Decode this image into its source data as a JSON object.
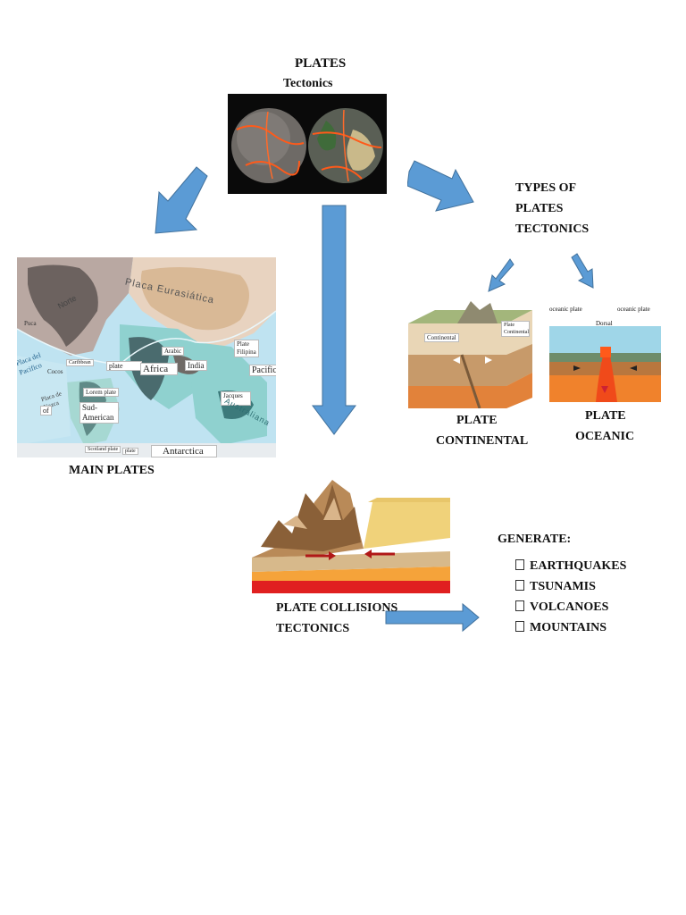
{
  "title": {
    "line1": "PLATES",
    "line2": "Tectonics"
  },
  "main_plates": {
    "caption": "MAIN PLATES",
    "map_labels": {
      "placa_eurasiatica": "Placa Eurasiática",
      "africa": "Africa",
      "plate": "plate",
      "arabic": "Arabic",
      "india": "India",
      "plate_filipina": "Plate Filipina",
      "pacific": "Pacific",
      "antarctica": "Antarctica",
      "sud_american": "Sud-American",
      "placa_del_pacifico": "Placa del Pacifico",
      "placa_de_nazca": "Placa de Nazca",
      "australiana": "Australiana",
      "norte": "Norte",
      "puca": "Puca",
      "cocos": "Cocos",
      "caribbean": "Caribbean",
      "scotland_plate": "Scotland plate",
      "jacques": "Jacques",
      "lorem_plate": "Lorem plate",
      "of": "of",
      "plate_small": "plate"
    }
  },
  "types": {
    "heading_lines": [
      "TYPES OF",
      "PLATES",
      "TECTONICS"
    ],
    "continental": {
      "caption_lines": [
        "PLATE",
        "CONTINENTAL"
      ],
      "diagram_labels": {
        "continental": "Continental",
        "plate_continental": "Plate Continental"
      }
    },
    "oceanic": {
      "caption_lines": [
        "PLATE",
        "OCEANIC"
      ],
      "diagram_labels": {
        "oceanic_plate_left": "oceanic plate",
        "dorsal": "Dorsal",
        "oceanic_plate_right": "oceanic plate"
      }
    }
  },
  "collisions": {
    "caption_lines": [
      "PLATE COLLISIONS",
      "TECTONICS"
    ]
  },
  "generate": {
    "heading": "GENERATE:",
    "items": [
      "EARTHQUAKES",
      "TSUNAMIS",
      "VOLCANOES",
      "MOUNTAINS"
    ]
  },
  "colors": {
    "arrow": "#5b9bd5",
    "arrow_border": "#41719c",
    "lava": "#e8561f",
    "ocean": "#a8d8ea"
  }
}
